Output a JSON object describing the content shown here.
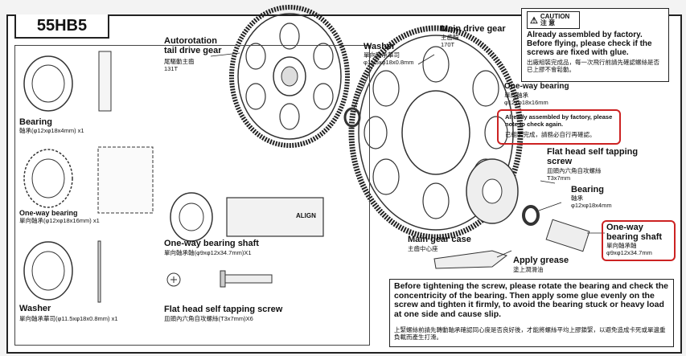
{
  "model": "55HB5",
  "autorotation_gear": {
    "title": "Autorotation\ntail drive gear",
    "cn": "尾驅動主齒",
    "spec": "131T"
  },
  "washer_top": {
    "title": "Washer",
    "cn": "單向軸承華司",
    "spec": "φ11.5xφ18x0.8mm"
  },
  "main_drive_gear": {
    "title": "Main drive gear",
    "cn": "主齒輪",
    "spec": "170T"
  },
  "caution": {
    "badge": "CAUTION",
    "badge_cn": "注 意",
    "text": "Already assembled by factory. Before flying, please check if the screws are fixed with glue.",
    "text_cn": "出廠組裝完成品，每一次飛行前請先確認螺絲是否已上膠不會鬆動。"
  },
  "oneway_bearing_top": {
    "title": "One-way bearing",
    "cn": "單向軸承",
    "spec": "φ12xφ18x16mm"
  },
  "factory_note": {
    "text": "Already assembled by factory, please note to check again.",
    "text_cn": "已組裝完成，請務必自行再確認。"
  },
  "flat_head_top": {
    "title": "Flat head self tapping screw",
    "cn": "皿頭內六角自攻螺絲",
    "spec": "T3x7mm"
  },
  "bearing_top": {
    "title": "Bearing",
    "cn": "軸承",
    "spec": "φ12xφ18x4mm"
  },
  "oneway_shaft_top": {
    "title": "One-way bearing shaft",
    "cn": "單向軸承軸",
    "spec": "φ9xφ12x34.7mm"
  },
  "main_gear_case": {
    "title": "Main gear case",
    "cn": "主齒中心座"
  },
  "apply_grease": {
    "title": "Apply grease",
    "cn": "塗上潤滑油"
  },
  "parts": {
    "bearing": {
      "title": "Bearing",
      "desc": "軸承(φ12xφ18x4mm) x1"
    },
    "oneway_bearing": {
      "title": "One-way bearing",
      "desc": "單向軸承(φ12xφ18x16mm) x1"
    },
    "washer": {
      "title": "Washer",
      "desc": "單向軸承華司(φ11.5xφ18x0.8mm) x1"
    },
    "shaft": {
      "title": "One-way bearing shaft",
      "desc": "單向軸承軸(φ9xφ12x34.7mm)X1",
      "brand": "ALIGN"
    },
    "screw": {
      "title": "Flat head self tapping screw",
      "desc": "皿頭內六角自攻螺絲(T3x7mm)X6"
    }
  },
  "instruction": {
    "text": "Before tightening the screw, please rotate the bearing and check the concentricity of the bearing. Then apply some glue evenly on the screw and tighten it firmly, to avoid the bearing stuck or heavy load at one side and cause slip.",
    "text_cn": "上緊螺絲前請先轉動軸承確認同心度是否良好後，才能將螺絲平均上膠鎖緊，以避免造成卡死或單邊重負載而產生打滑。"
  },
  "colors": {
    "highlight": "#cc2222",
    "line": "#222222"
  }
}
